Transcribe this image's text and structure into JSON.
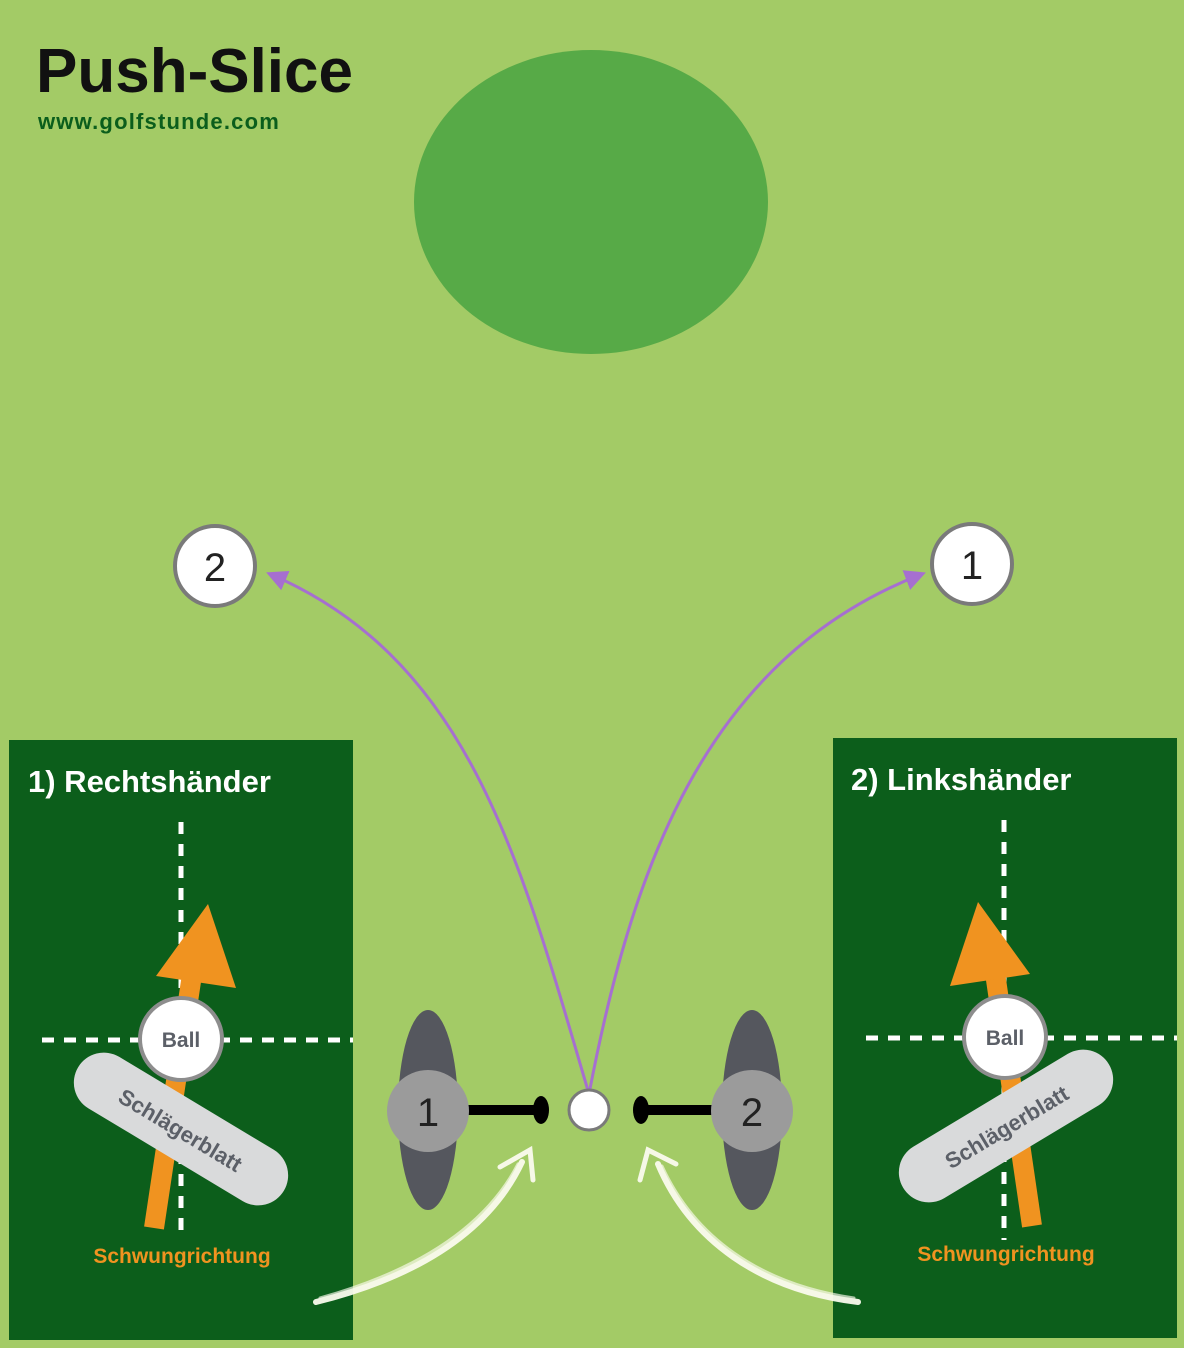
{
  "title": "Push-Slice",
  "website": "www.golfstunde.com",
  "colors": {
    "fairway": "#a3cb66",
    "green": "#57aa47",
    "panel": "#0c5e1b",
    "title": "#111111",
    "website": "#0b5e1c",
    "ball_flight": "#a66fd0",
    "swing_arrow": "#f09320",
    "swing_label": "#f09320",
    "clubface": "#d9dadb",
    "clubface_text": "#5c6068",
    "player_foot": "#55575e",
    "player_body": "#9b9b9b",
    "chalk_arrow": "#fbfbee"
  },
  "landing_markers": {
    "left": "2",
    "right": "1"
  },
  "players": {
    "right_handed": "1",
    "left_handed": "2"
  },
  "panels": {
    "right_handed": {
      "title": "1) Rechtshänder",
      "ball_label": "Ball",
      "clubface_label": "Schlägerblatt",
      "swing_label": "Schwungrichtung"
    },
    "left_handed": {
      "title": "2) Linkshänder",
      "ball_label": "Ball",
      "clubface_label": "Schlägerblatt",
      "swing_label": "Schwungrichtung"
    }
  }
}
